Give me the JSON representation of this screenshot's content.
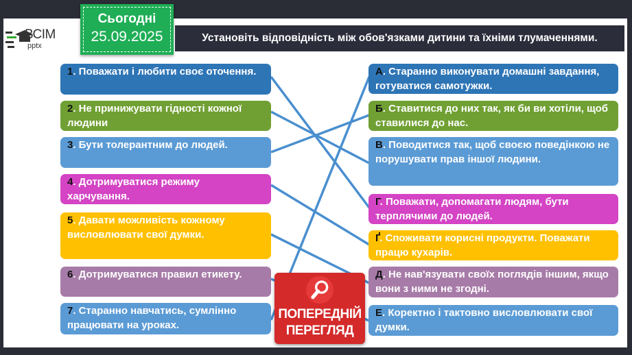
{
  "logo": {
    "text": "ВСІМ",
    "sub": "pptx"
  },
  "date_badge": {
    "label": "Сьогодні",
    "date": "25.09.2025"
  },
  "title": "Установіть відповідність між обов'язками дитини та їхніми тлумаченнями.",
  "left_items": [
    {
      "key": "1",
      "text": ". Поважати і любити своє оточення.",
      "color": "#2e75b6"
    },
    {
      "key": "2",
      "text": ". Не принижувати гідності кожної людини",
      "color": "#70a033"
    },
    {
      "key": "3",
      "text": ". Бути толерантним до людей.",
      "color": "#5b9bd5"
    },
    {
      "key": "4",
      "text": ". Дотримуватися режиму харчування.",
      "color": "#d444c4"
    },
    {
      "key": "5",
      "text": ". Давати можливість кожному висловлювати свої думки.",
      "color": "#ffc000"
    },
    {
      "key": "6",
      "text": ". Дотримуватися правил етикету.",
      "color": "#a77ba8"
    },
    {
      "key": "7",
      "text": ". Старанно навчатись, сумлінно працювати на уроках.",
      "color": "#5b9bd5"
    }
  ],
  "right_items": [
    {
      "key": "А",
      "text": ". Старанно виконувати домашні завдання, готуватися самотужки.",
      "color": "#2e75b6"
    },
    {
      "key": "Б",
      "text": ". Ставитися до них так, як би ви хотіли, щоб ставилися до нас.",
      "color": "#70a033"
    },
    {
      "key": "В",
      "text": ". Поводитися так, щоб своєю поведінкою не порушувати прав іншої людини.",
      "color": "#5b9bd5"
    },
    {
      "key": "Г",
      "text": ". Поважати, допомагати людям, бути терплячими до людей.",
      "color": "#d444c4"
    },
    {
      "key": "Ґ",
      "text": ". Споживати корисні продукти. Поважати працю кухарів.",
      "color": "#ffc000"
    },
    {
      "key": "Д",
      "text": ". Не нав'язувати своїх поглядів іншим, якщо вони з ними не згодні.",
      "color": "#a77ba8"
    },
    {
      "key": "Е",
      "text": ". Коректно і тактовно висловлювати свої думки.",
      "color": "#5b9bd5"
    }
  ],
  "matches": [
    [
      "1",
      "Г"
    ],
    [
      "2",
      "В"
    ],
    [
      "3",
      "Б"
    ],
    [
      "4",
      "Ґ"
    ],
    [
      "5",
      "Д"
    ],
    [
      "6",
      "Е"
    ],
    [
      "7",
      "А"
    ]
  ],
  "line_color": "#4a8fcf",
  "preview_badge": {
    "line1": "ПОПЕРЕДНІЙ",
    "line2": "ПЕРЕГЛЯД",
    "icon": "magnifier-icon",
    "color": "#d42a2a"
  }
}
